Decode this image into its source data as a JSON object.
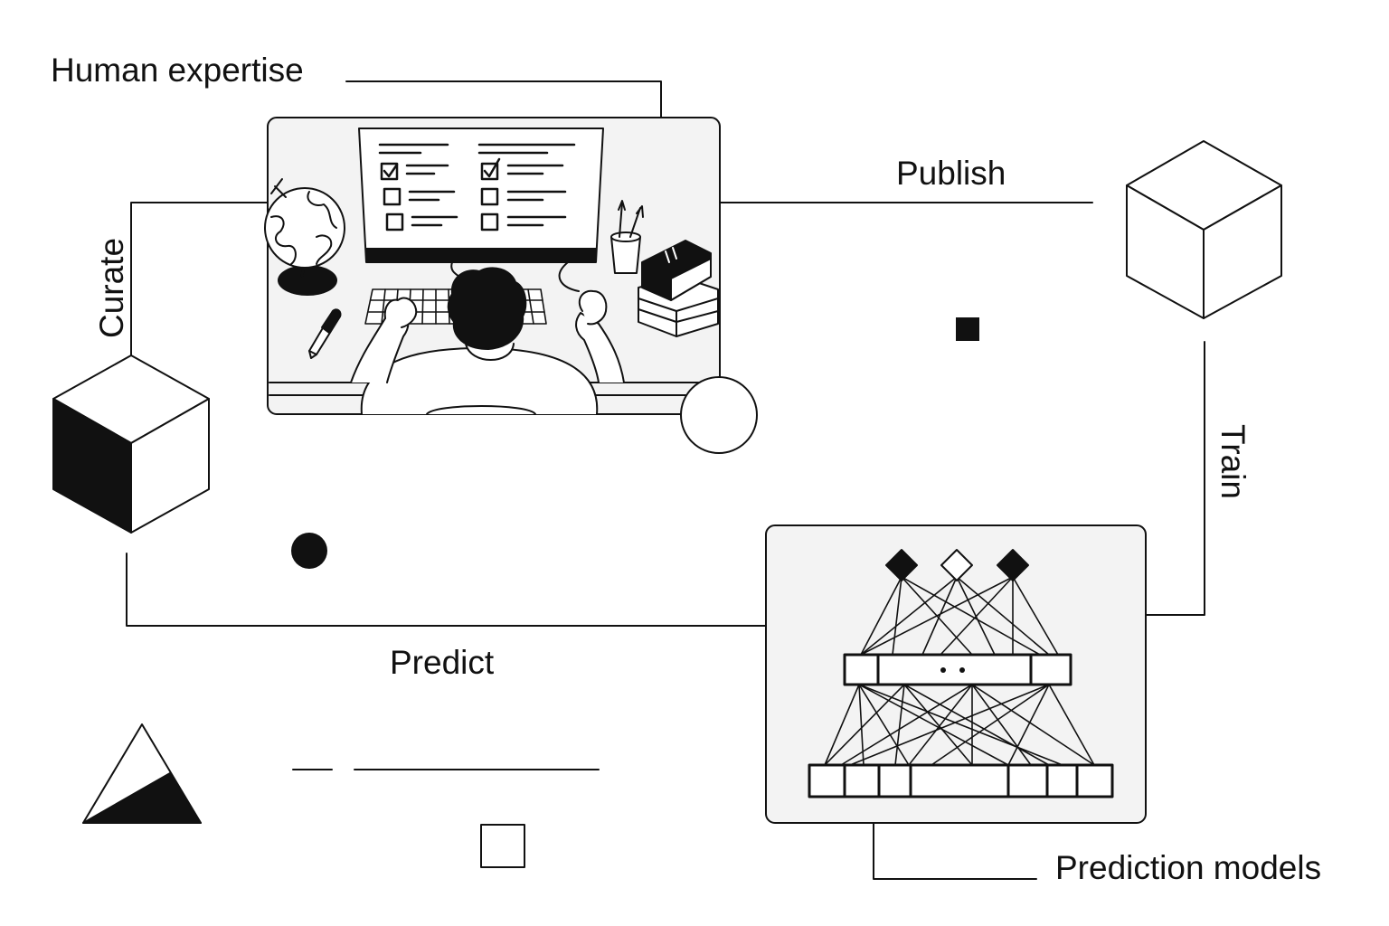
{
  "labels": {
    "human_expertise": "Human expertise",
    "publish": "Publish",
    "curate": "Curate",
    "train": "Train",
    "predict": "Predict",
    "prediction_models": "Prediction models"
  },
  "colors": {
    "ink": "#111111",
    "panel": "#f3f3f3",
    "background": "#ffffff"
  },
  "icons": {
    "expert_panel": "person-at-computer-illustration",
    "network_panel": "neural-network-diagram-icon",
    "cubes": "cube-icon",
    "triangle": "half-filled-triangle-icon"
  }
}
